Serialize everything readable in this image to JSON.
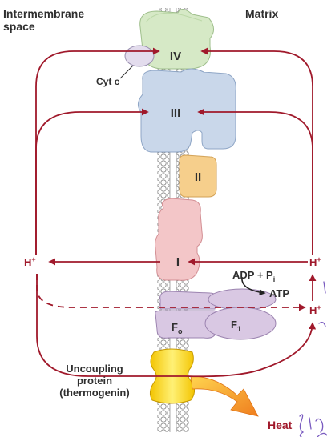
{
  "regions": {
    "left": "Intermembrane space",
    "right": "Matrix"
  },
  "complexes": {
    "iv": "IV",
    "iii": "III",
    "ii": "II",
    "i": "I",
    "cyt_c": "Cyt c",
    "fo": "F",
    "fo_sub": "o",
    "f1": "F",
    "f1_sub": "1"
  },
  "protons": {
    "symbol": "H",
    "charge": "+"
  },
  "atp": {
    "adp": "ADP + P",
    "adp_sub": "i",
    "atp": "ATP"
  },
  "uncoupling": {
    "line1": "Uncoupling",
    "line2": "protein",
    "line3": "(thermogenin)"
  },
  "heat": "Heat",
  "colors": {
    "arrow": "#a0192b",
    "complex_iv": "#d6e9c6",
    "complex_iii": "#c9d7ea",
    "complex_ii": "#f6cf8c",
    "complex_i": "#f3c6c8",
    "atp_synthase": "#d9c8e3",
    "uncoupling_protein": "#f6dc3c",
    "heat_arrow": "#f08c2a"
  }
}
